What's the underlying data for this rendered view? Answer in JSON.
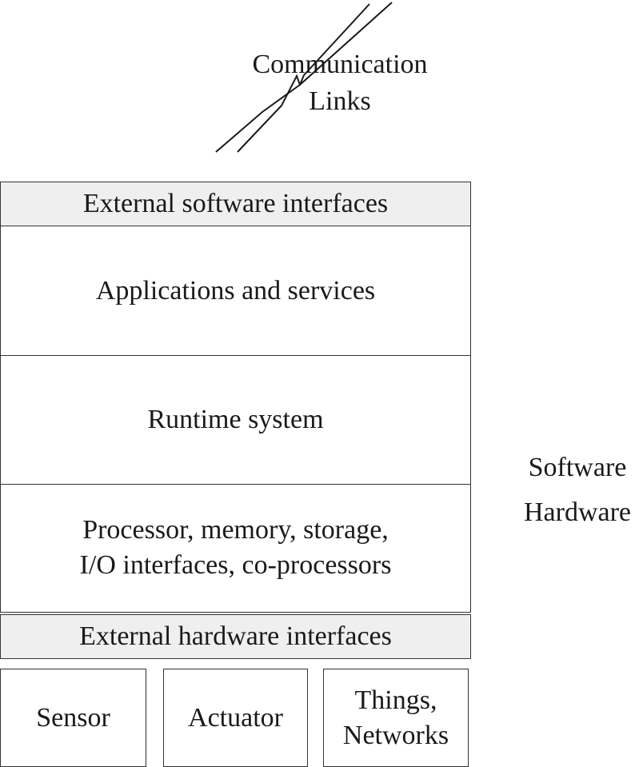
{
  "communication_links": {
    "line1": "Communication",
    "line2": "Links"
  },
  "stack": {
    "external_software_interfaces": "External software interfaces",
    "applications_and_services": "Applications and services",
    "runtime_system": "Runtime system",
    "processor": {
      "line1": "Processor, memory, storage,",
      "line2": "I/O interfaces, co-processors"
    }
  },
  "external_hardware_interfaces": "External hardware interfaces",
  "devices": {
    "sensor": "Sensor",
    "actuator": "Actuator",
    "things_line1": "Things,",
    "things_line2": "Networks"
  },
  "side_labels": {
    "software": "Software",
    "hardware": "Hardware"
  },
  "colors": {
    "shaded_fill": "#efefef",
    "line": "#333333",
    "text": "#1a1a1a"
  }
}
